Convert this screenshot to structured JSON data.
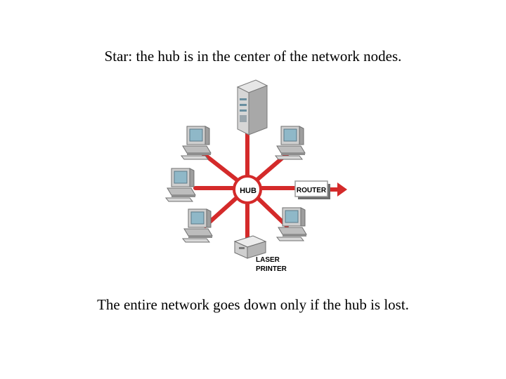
{
  "slide": {
    "top_caption": "Star:  the hub is in the center of the network nodes.",
    "bottom_caption": "The entire network goes down only if the hub is lost."
  },
  "diagram": {
    "hub_label": "HUB",
    "router_label": "ROUTER",
    "printer_label_line1": "LASER",
    "printer_label_line2": "PRINTER",
    "colors": {
      "cable": "#d42a2a",
      "hub_ring": "#d42a2a",
      "device_gray": "#c9c9c9",
      "screen": "#8fb8c8"
    }
  }
}
